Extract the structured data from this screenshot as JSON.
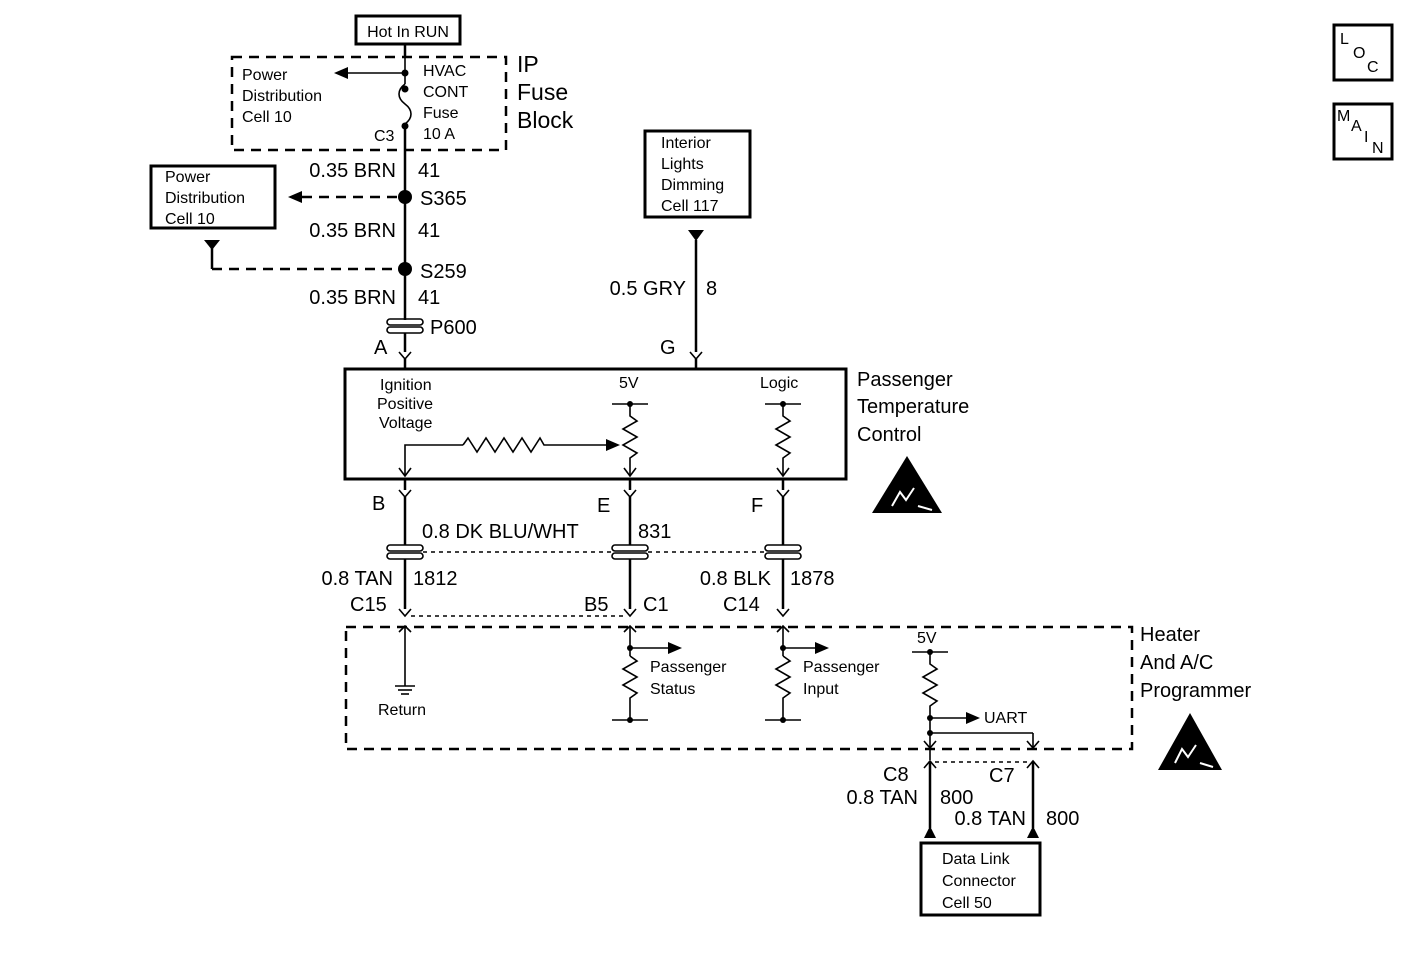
{
  "hot_in_run": "Hot In RUN",
  "fuse_block": {
    "title_lines": [
      "IP",
      "Fuse",
      "Block"
    ],
    "pd_lines": [
      "Power",
      "Distribution",
      "Cell 10"
    ],
    "fuse_lines": [
      "HVAC",
      "CONT",
      "Fuse",
      "10 A"
    ],
    "connector": "C3"
  },
  "pd_cell10": [
    "Power",
    "Distribution",
    "Cell 10"
  ],
  "splices": {
    "s365": "S365",
    "s259": "S259",
    "p600": "P600"
  },
  "wires": {
    "brn1": "0.35 BRN",
    "brn1_circuit": "41",
    "brn2": "0.35 BRN",
    "brn2_circuit": "41",
    "brn3": "0.35 BRN",
    "brn3_circuit": "41",
    "gry": "0.5 GRY",
    "gry_circuit": "8",
    "dkblu": "0.8 DK BLU/WHT",
    "dkblu_circuit": "831",
    "tan_return": "0.8 TAN",
    "tan_return_circuit": "1812",
    "blk": "0.8 BLK",
    "blk_circuit": "1878",
    "tan_c8": "0.8 TAN",
    "tan_c8_circuit": "800",
    "tan_c7": "0.8 TAN",
    "tan_c7_circuit": "800"
  },
  "interior_lights": [
    "Interior",
    "Lights",
    "Dimming",
    "Cell 117"
  ],
  "ptc": {
    "title_lines": [
      "Passenger",
      "Temperature",
      "Control"
    ],
    "ignition_lines": [
      "Ignition",
      "Positive",
      "Voltage"
    ],
    "v5": "5V",
    "logic": "Logic",
    "pins": {
      "a": "A",
      "g": "G",
      "b": "B",
      "e": "E",
      "f": "F"
    }
  },
  "programmer": {
    "title_lines": [
      "Heater",
      "And A/C",
      "Programmer"
    ],
    "return_label": "Return",
    "status_lines": [
      "Passenger",
      "Status"
    ],
    "input_lines": [
      "Passenger",
      "Input"
    ],
    "v5": "5V",
    "uart": "UART",
    "pins": {
      "c15": "C15",
      "b5": "B5",
      "c1": "C1",
      "c14": "C14",
      "c8": "C8",
      "c7": "C7"
    }
  },
  "data_link": [
    "Data Link",
    "Connector",
    "Cell 50"
  ],
  "nav": {
    "loc_letters": [
      "L",
      "O",
      "C"
    ],
    "main_letters": [
      "M",
      "A",
      "I",
      "N"
    ]
  },
  "icons": [
    "esd-warning-icon",
    "ground-icon",
    "resistor-icon",
    "potentiometer-icon"
  ]
}
